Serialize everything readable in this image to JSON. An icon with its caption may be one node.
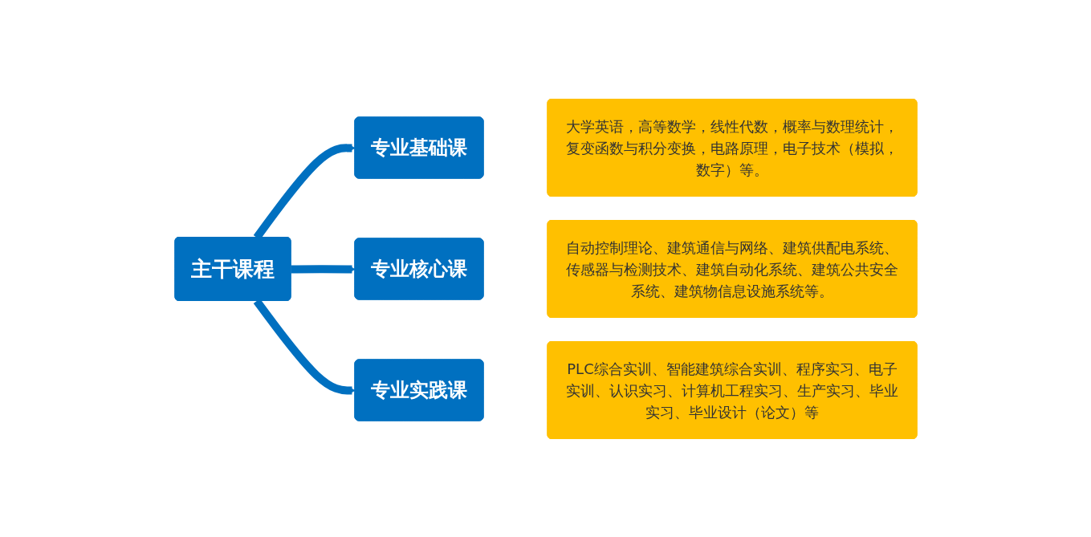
{
  "diagram": {
    "nodes": [
      {
        "text": [
          "主干课程"
        ]
      },
      {
        "text": [
          "专业基础课"
        ]
      },
      {
        "text": [
          "大学英语，高等数学，线性代数，概率与数理统计，复变函数与积分变换，电路原理，电子技术（模拟，数字）等。"
        ]
      },
      {
        "text": [
          "专业核心课"
        ]
      },
      {
        "text": [
          "自动控制理论、建筑通信与网络、建筑供配电系统、传感器与检测技术、建筑自动化系统、建筑公共安全系统、建筑物信息设施系统等。"
        ]
      },
      {
        "text": [
          "专业实践课"
        ]
      },
      {
        "text": [
          "PLC综合实训、智能建筑综合实训、程序实习、电子实训、认识实习、计算机工程实习、生产实习、毕业实习、毕业设计（论文）等"
        ]
      }
    ],
    "edges": [
      {
        "from": 0,
        "to": 1,
        "arrow": "to"
      },
      {
        "from": 0,
        "to": 3,
        "arrow": "to"
      },
      {
        "from": 0,
        "to": 5,
        "arrow": "to"
      }
    ]
  }
}
